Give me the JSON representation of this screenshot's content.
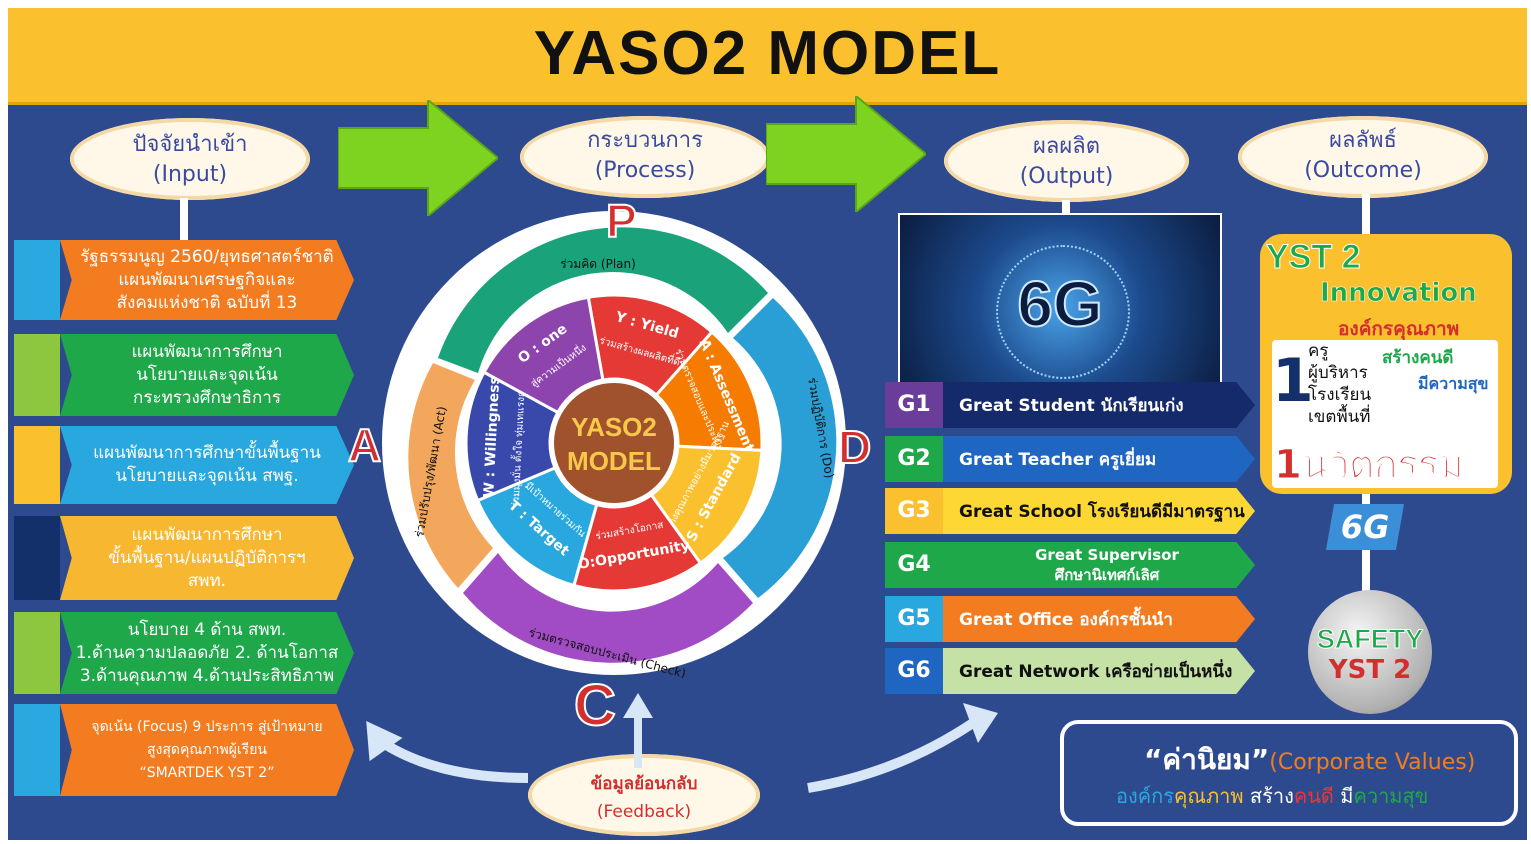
{
  "title": "YASO2  MODEL",
  "headers": {
    "input": {
      "th": "ปัจจัยนำเข้า",
      "en": "(Input)"
    },
    "process": {
      "th": "กระบวนการ",
      "en": "(Process)"
    },
    "output": {
      "th": "ผลผลิต",
      "en": "(Output)"
    },
    "outcome": {
      "th": "ผลลัพธ์",
      "en": "(Outcome)"
    }
  },
  "inputs": [
    {
      "lines": [
        "รัฐธรรมนูญ 2560/ยุทธศาสตร์ชาติ",
        "แผนพัฒนาเศรษฐกิจและ",
        "สังคมแห่งชาติ ฉบับที่ 13"
      ],
      "color": "#f47c20",
      "tab": "#2aa9e0"
    },
    {
      "lines": [
        "แผนพัฒนาการศึกษา",
        "นโยบายและจุดเน้น",
        "กระทรวงศึกษาธิการ"
      ],
      "color": "#1ea84a",
      "tab": "#8dc63f"
    },
    {
      "lines": [
        "แผนพัฒนาการศึกษาขั้นพื้นฐาน",
        "นโยบายและจุดเน้น สพฐ."
      ],
      "color": "#29a8e0",
      "tab": "#fbc02d"
    },
    {
      "lines": [
        "แผนพัฒนาการศึกษา",
        "ขั้นพื้นฐาน/แผนปฏิบัติการฯ",
        "สพท."
      ],
      "color": "#f7b731",
      "tab": "#13306b"
    },
    {
      "lines": [
        "นโยบาย 4 ด้าน สพท.",
        "1.ด้านความปลอดภัย  2. ด้านโอกาส",
        "3.ด้านคุณภาพ   4.ด้านประสิทธิภาพ"
      ],
      "color": "#1ea84a",
      "tab": "#8dc63f"
    },
    {
      "lines": [
        "จุดเน้น (Focus) 9 ประการ สู่เป้าหมาย",
        "สูงสุดคุณภาพผู้เรียน",
        "“SMARTDEK YST 2”"
      ],
      "color": "#f47c20",
      "tab": "#2aa9e0"
    }
  ],
  "pdca": {
    "P": "P",
    "D": "D",
    "C": "C",
    "A": "A",
    "plan": "ร่วมคิด (Plan)",
    "do": "ร่วมปฏิบัติการ (Do)",
    "check": "ร่วมตรวจสอบประเมิน (Check)",
    "act": "ร่วมปรับปรุง/พัฒนา (Act)"
  },
  "center": {
    "line1": "YASO2",
    "line2": "MODEL"
  },
  "segments": [
    {
      "head": "Y : Yield",
      "sub": "ร่วมสร้างผลผลิตที่ดี",
      "color": "#e53935"
    },
    {
      "head": "A : Assessment",
      "sub": "ร่วมตรวจสอบและประเมินผล",
      "color": "#f57c00"
    },
    {
      "head": "S : Standard",
      "sub": "ร่วมสร้างคุณภาพอย่างมีมาตรฐาน",
      "color": "#fbc02d"
    },
    {
      "head": "O:Opportunity",
      "sub": "ร่วมสร้างโอกาส",
      "color": "#e53935"
    },
    {
      "head": "T : Target",
      "sub": "มีเป้าหมายร่วมกัน",
      "color": "#29a8e0"
    },
    {
      "head": "W : Willingness",
      "sub": "ร่วมมุ่งมั่น ตั้งใจ ทุ่มเทแรงกายใจ",
      "color": "#3949ab"
    },
    {
      "head": "O : one",
      "sub": "สู่ความเป็นหนึ่ง",
      "color": "#8e44ad"
    }
  ],
  "output_image": {
    "label": "6G"
  },
  "outputs": [
    {
      "num": "G1",
      "text": "Great Student นักเรียนเก่ง",
      "num_color": "#6a3d9a",
      "color": "#152a6b"
    },
    {
      "num": "G2",
      "text": "Great Teacher ครูเยี่ยม",
      "num_color": "#1ea84a",
      "color": "#1f66c2"
    },
    {
      "num": "G3",
      "text": "Great School โรงเรียนดีมีมาตรฐาน",
      "num_color": "#fbc02d",
      "color": "#fdd835",
      "dark": true
    },
    {
      "num": "G4",
      "text": "Great Supervisor\nศึกษานิเทศก์เลิศ",
      "num_color": "#1ea84a",
      "color": "#1ea84a"
    },
    {
      "num": "G5",
      "text": "Great Office  องค์กรชั้นนำ",
      "num_color": "#29a8e0",
      "color": "#f47c20"
    },
    {
      "num": "G6",
      "text": "Great Network เครือข่ายเป็นหนึ่ง",
      "num_color": "#1f66c2",
      "color": "#c5e1a5",
      "dark": true
    }
  ],
  "outcome": {
    "logo": "YST 2",
    "innovation": "Innovation",
    "org_quality": "องค์กรคุณภาพ",
    "one": "1",
    "list": [
      "ครู",
      "ผู้บริหาร",
      "โรงเรียน",
      "เขตพื้นที่"
    ],
    "create_good": "สร้างคนดี",
    "happy": "มีความสุข",
    "innovation_th": "1นวัตกรรม",
    "badge_6g": "6G",
    "safety": "SAFETY",
    "safety_sub": "YST 2"
  },
  "feedback": {
    "th": "ข้อมูลย้อนกลับ",
    "en": "(Feedback)"
  },
  "values": {
    "quote": "“ค่านิยม”",
    "corporate": "(Corporate Values)",
    "part1": "องค์กร",
    "part2": "คุณภาพ",
    "part3": " สร้าง",
    "part4": "คนดี",
    "part5": " มี",
    "part6": "ความสุข"
  }
}
